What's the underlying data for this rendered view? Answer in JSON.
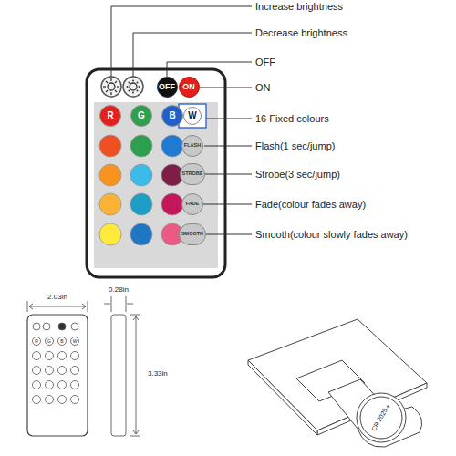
{
  "diagram": {
    "nodes": [
      {
        "text": [
          "OFF"
        ]
      },
      {
        "text": [
          "ON"
        ]
      },
      {
        "text": [
          "R"
        ]
      },
      {
        "text": [
          "G"
        ]
      },
      {
        "text": [
          "B"
        ]
      },
      {
        "text": [
          "W"
        ]
      },
      {
        "text": [
          "FLASH"
        ]
      },
      {
        "text": [
          "STROBE"
        ]
      },
      {
        "text": [
          "FADE"
        ]
      },
      {
        "text": [
          "SMOOTH"
        ]
      }
    ],
    "labels": [
      "Increase brightness",
      "Decrease brightness",
      "OFF",
      "ON",
      "16 Fixed colours",
      "Flash(1 sec/jump)",
      "Strobe(3 sec/jump)",
      "Fade(colour fades away)",
      "Smooth(colour slowly fades away)",
      "2.03in",
      "0.28in",
      "3.33in",
      "R",
      "G",
      "B",
      "W",
      "+",
      "CR 2025"
    ]
  }
}
